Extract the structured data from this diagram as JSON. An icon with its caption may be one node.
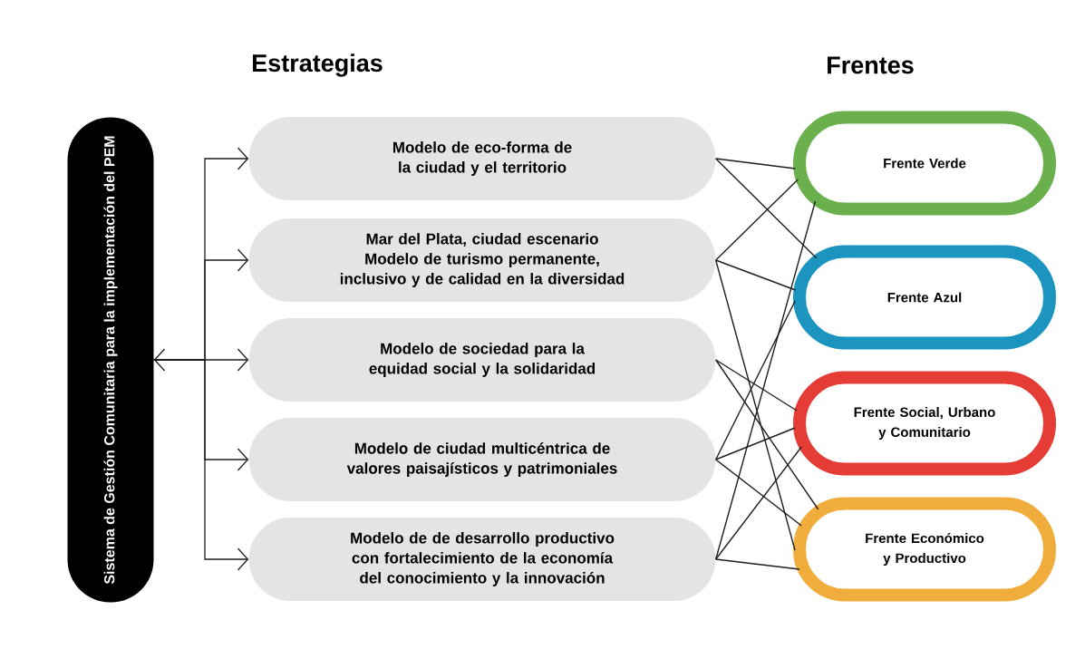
{
  "diagram": {
    "nodes": [
      {
        "text": [
          "Sistema de Gestión Comunitaria para la implementación del PEM"
        ]
      },
      {
        "text": [
          "Modelo de eco-forma de la ciudad y el territorio"
        ]
      },
      {
        "text": [
          "Mar del Plata, ciudad escenario Modelo de turismo permanente, inclusivo y de calidad en la diversidad"
        ]
      },
      {
        "text": [
          "Modelo de sociedad para la equidad social y la solidaridad"
        ]
      },
      {
        "text": [
          "Modelo de ciudad multicéntrica de valores paisajísticos y patrimoniales"
        ]
      },
      {
        "text": [
          "Modelo de de desarrollo productivo con fortalecimiento de la economía del conocimiento y la innovación"
        ]
      },
      {
        "text": [
          "Frente Verde"
        ]
      },
      {
        "text": [
          "Frente Azul"
        ]
      },
      {
        "text": [
          "Frente Social, Urbano y Comunitario"
        ]
      },
      {
        "text": [
          "Frente Económico y Productivo"
        ]
      }
    ],
    "edges": [
      {
        "from": 0,
        "to": 1,
        "arrow": "to"
      },
      {
        "from": 0,
        "to": 2,
        "arrow": "to"
      },
      {
        "from": 0,
        "to": 3,
        "arrow": "both"
      },
      {
        "from": 0,
        "to": 4,
        "arrow": "to"
      },
      {
        "from": 0,
        "to": 5,
        "arrow": "to"
      },
      {
        "from": 1,
        "to": 6,
        "arrow": "none"
      },
      {
        "from": 1,
        "to": 7,
        "arrow": "none"
      },
      {
        "from": 2,
        "to": 6,
        "arrow": "none"
      },
      {
        "from": 2,
        "to": 7,
        "arrow": "none"
      },
      {
        "from": 2,
        "to": 9,
        "arrow": "none"
      },
      {
        "from": 3,
        "to": 8,
        "arrow": "none"
      },
      {
        "from": 3,
        "to": 9,
        "arrow": "none"
      },
      {
        "from": 4,
        "to": 7,
        "arrow": "none"
      },
      {
        "from": 4,
        "to": 8,
        "arrow": "none"
      },
      {
        "from": 4,
        "to": 9,
        "arrow": "none"
      },
      {
        "from": 5,
        "to": 6,
        "arrow": "none"
      },
      {
        "from": 5,
        "to": 8,
        "arrow": "none"
      },
      {
        "from": 5,
        "to": 9,
        "arrow": "none"
      }
    ],
    "labels": [
      "Estrategias",
      "Frentes"
    ]
  }
}
